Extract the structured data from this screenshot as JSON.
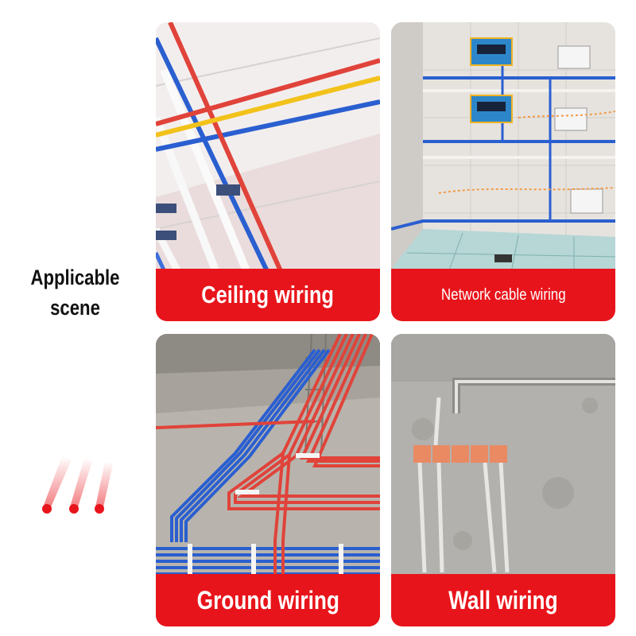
{
  "side_title": "Applicable\nscene",
  "side_title_lines": [
    "Applicable",
    "scene"
  ],
  "cards": [
    {
      "label": "Ceiling wiring"
    },
    {
      "label": "Network cable wiring"
    },
    {
      "label": "Ground wiring"
    },
    {
      "label": "Wall wiring"
    }
  ],
  "colors": {
    "banner_red": "#e8141b",
    "pipe_red": "#e0433a",
    "pipe_blue": "#2a5fd0",
    "pipe_yellow": "#f2c21b"
  }
}
